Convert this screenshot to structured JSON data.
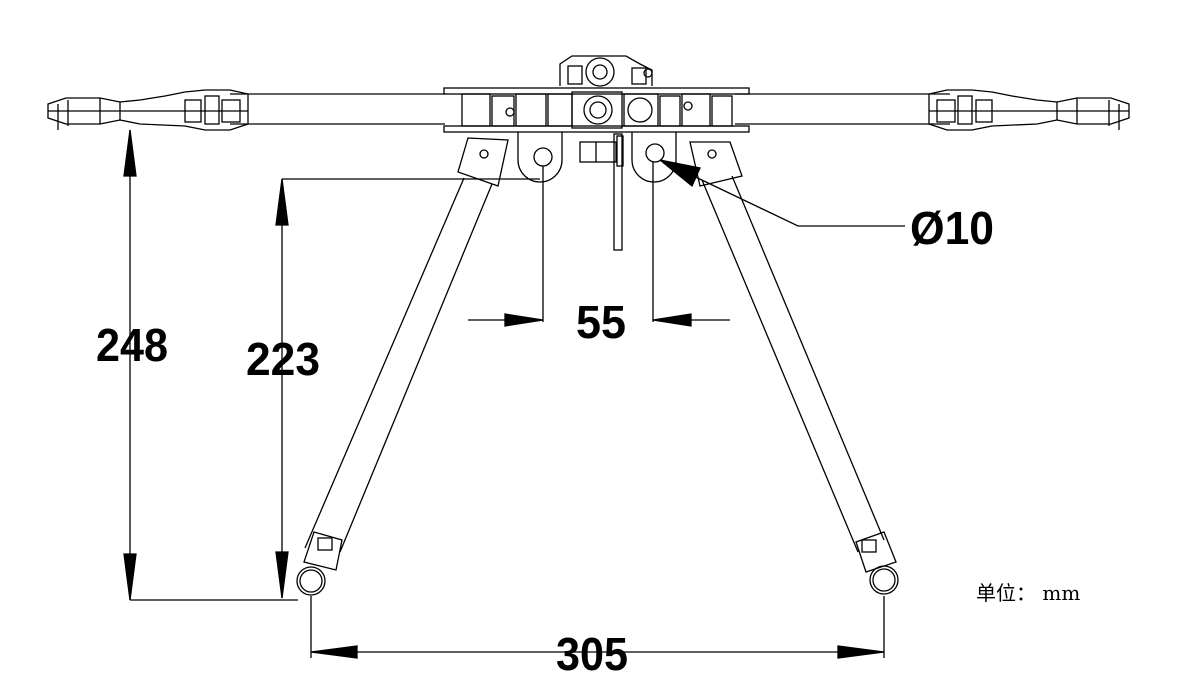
{
  "dimensions": {
    "total_height": "248",
    "leg_height": "223",
    "hinge_spacing": "55",
    "tube_diameter": "Ø10",
    "foot_spacing": "305"
  },
  "unit_label": "单位： mm",
  "colors": {
    "line": "#000000",
    "background": "#ffffff"
  }
}
